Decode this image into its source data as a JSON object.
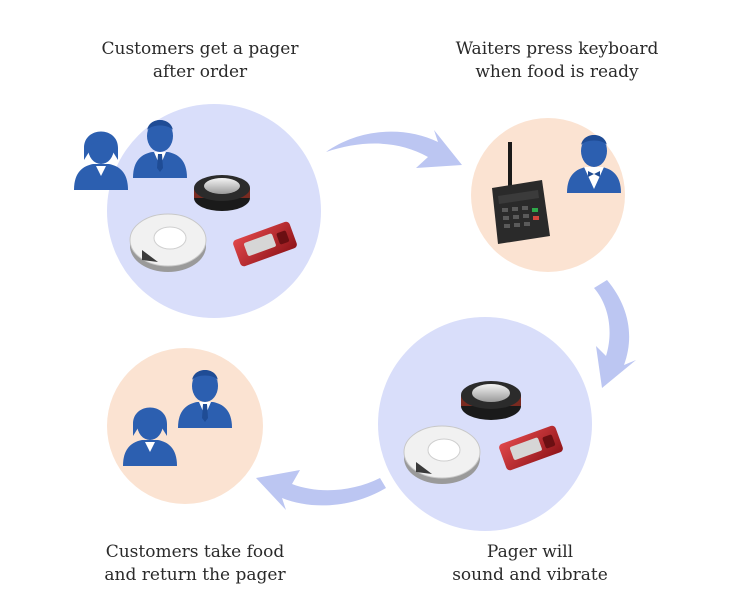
{
  "steps": [
    {
      "id": "step-1",
      "line1": "Customers get a pager",
      "line2": "after order"
    },
    {
      "id": "step-2",
      "line1": "Waiters press keyboard",
      "line2": "when food is ready"
    },
    {
      "id": "step-3",
      "line1": "Pager will",
      "line2": "sound and vibrate"
    },
    {
      "id": "step-4",
      "line1": "Customers take food",
      "line2": "and return the pager"
    }
  ],
  "colors": {
    "blue_circle": "#d9defa",
    "peach_circle": "#fbe3d2",
    "arrow": "#bcc6f2",
    "person": "#2c5fb0",
    "pager_black": "#2b2b2b",
    "pager_red": "#c0262c",
    "pager_white": "#efefef"
  },
  "icons": [
    "person-female-icon",
    "person-male-icon",
    "waiter-icon",
    "pager-round-black-icon",
    "pager-round-white-icon",
    "pager-red-card-icon",
    "transmitter-keypad-icon",
    "arrow-icon"
  ]
}
